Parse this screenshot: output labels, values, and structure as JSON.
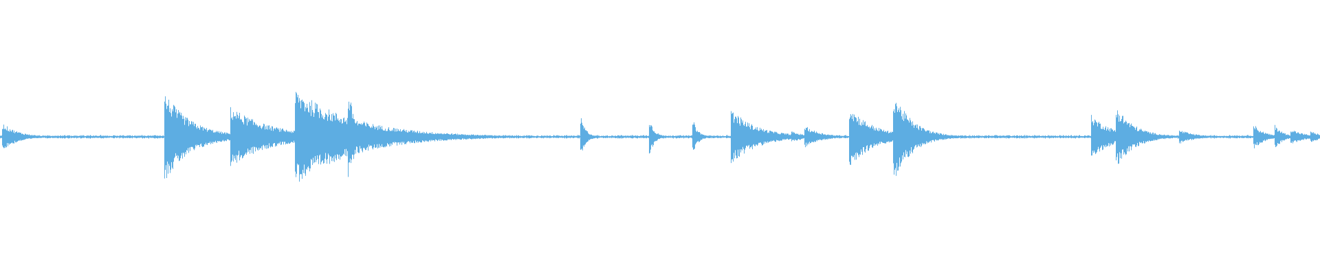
{
  "waveform": {
    "color": "#5dade2",
    "background": "#ffffff",
    "baseline_amplitude": 0.01,
    "transients": [
      {
        "time": 0.002,
        "amplitude": 0.1,
        "decay": 0.012
      },
      {
        "time": 0.125,
        "amplitude": 0.32,
        "decay": 0.02
      },
      {
        "time": 0.175,
        "amplitude": 0.22,
        "decay": 0.03
      },
      {
        "time": 0.224,
        "amplitude": 0.35,
        "decay": 0.045
      },
      {
        "time": 0.264,
        "amplitude": 0.33,
        "decay": 0.006
      },
      {
        "time": 0.274,
        "amplitude": 0.1,
        "decay": 0.02
      },
      {
        "time": 0.44,
        "amplitude": 0.14,
        "decay": 0.004
      },
      {
        "time": 0.492,
        "amplitude": 0.13,
        "decay": 0.004
      },
      {
        "time": 0.525,
        "amplitude": 0.12,
        "decay": 0.004
      },
      {
        "time": 0.554,
        "amplitude": 0.2,
        "decay": 0.02
      },
      {
        "time": 0.6,
        "amplitude": 0.04,
        "decay": 0.01
      },
      {
        "time": 0.61,
        "amplitude": 0.08,
        "decay": 0.012
      },
      {
        "time": 0.644,
        "amplitude": 0.22,
        "decay": 0.018
      },
      {
        "time": 0.666,
        "amplitude": 0.06,
        "decay": 0.006
      },
      {
        "time": 0.677,
        "amplitude": 0.33,
        "decay": 0.014
      },
      {
        "time": 0.827,
        "amplitude": 0.16,
        "decay": 0.016
      },
      {
        "time": 0.846,
        "amplitude": 0.22,
        "decay": 0.014
      },
      {
        "time": 0.894,
        "amplitude": 0.05,
        "decay": 0.012
      },
      {
        "time": 0.95,
        "amplitude": 0.09,
        "decay": 0.008
      },
      {
        "time": 0.966,
        "amplitude": 0.09,
        "decay": 0.006
      },
      {
        "time": 0.978,
        "amplitude": 0.06,
        "decay": 0.01
      },
      {
        "time": 0.993,
        "amplitude": 0.04,
        "decay": 0.01
      }
    ]
  }
}
